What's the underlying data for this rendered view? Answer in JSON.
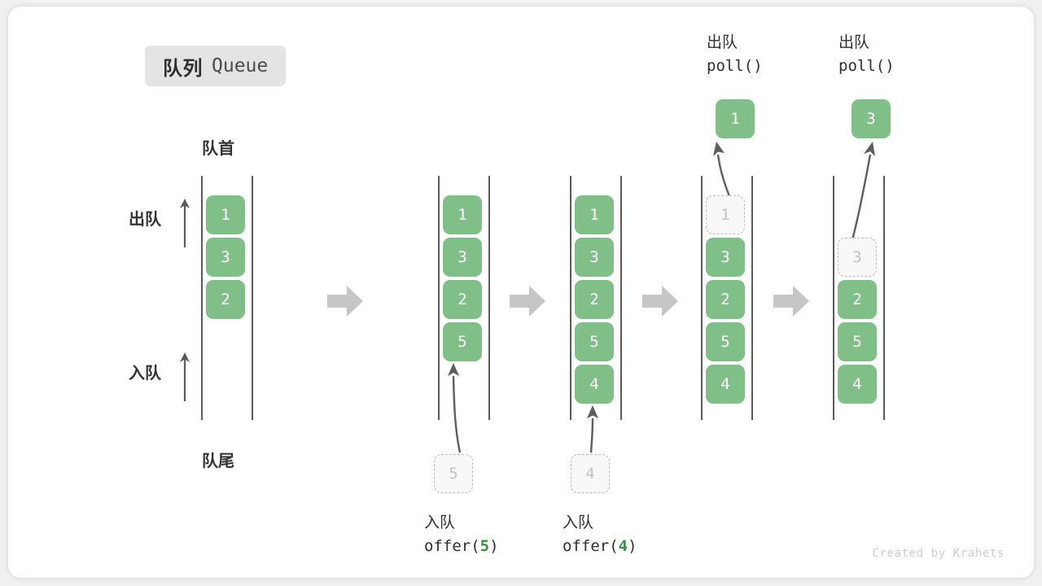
{
  "title": {
    "cn": "队列",
    "en": "Queue"
  },
  "labels": {
    "head": "队首",
    "tail": "队尾",
    "dequeue": "出队",
    "enqueue": "入队"
  },
  "credit": "Created by Krahets",
  "colors": {
    "fill_green": "#81bf88",
    "accent_green": "#3f8f42",
    "rail_gray": "#5a5a5a",
    "ghost_border": "#bdbdbd",
    "ghost_fill": "#f8f8f8",
    "step_arrow": "#c6c6c6",
    "badge_bg": "#e4e4e4",
    "card_bg": "#ffffff",
    "page_bg": "#f0f0f0"
  },
  "columns": [
    {
      "id": "initial",
      "cells": [
        "1",
        "3",
        "2"
      ],
      "ghost_cell_index": null,
      "op_cn": null,
      "op_code": null,
      "op_arg": null,
      "floating_value": null,
      "pending_value": null
    },
    {
      "id": "after-offer-5",
      "cells": [
        "1",
        "3",
        "2",
        "5"
      ],
      "ghost_cell_index": null,
      "op_cn": "入队",
      "op_code_prefix": "offer(",
      "op_arg": "5",
      "op_code_suffix": ")",
      "pending_value": "5",
      "floating_value": null
    },
    {
      "id": "after-offer-4",
      "cells": [
        "1",
        "3",
        "2",
        "5",
        "4"
      ],
      "ghost_cell_index": null,
      "op_cn": "入队",
      "op_code_prefix": "offer(",
      "op_arg": "4",
      "op_code_suffix": ")",
      "pending_value": "4",
      "floating_value": null
    },
    {
      "id": "after-poll-1",
      "cells": [
        "1",
        "3",
        "2",
        "5",
        "4"
      ],
      "ghost_cell_index": 0,
      "op_cn": "出队",
      "op_code_prefix": "poll(",
      "op_arg": "",
      "op_code_suffix": ")",
      "pending_value": null,
      "floating_value": "1"
    },
    {
      "id": "after-poll-3",
      "cells": [
        "3",
        "2",
        "5",
        "4"
      ],
      "ghost_cell_index": 0,
      "op_cn": "出队",
      "op_code_prefix": "poll(",
      "op_arg": "",
      "op_code_suffix": ")",
      "pending_value": null,
      "floating_value": "3"
    }
  ]
}
